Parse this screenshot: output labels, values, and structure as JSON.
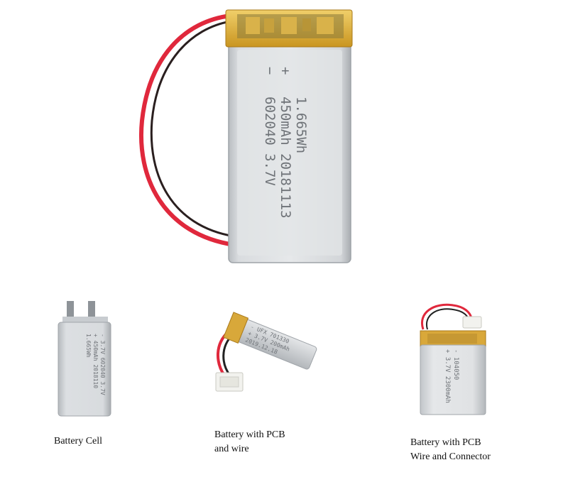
{
  "main_battery": {
    "polarity_minus": "−",
    "polarity_plus": "+",
    "line1": "602040 3.7V",
    "line2": "450mAh 20181113",
    "line3": "1.665Wh"
  },
  "products": [
    {
      "caption_lines": [
        "Battery Cell"
      ],
      "print_lines": [
        "- 3.7V 602040 3.7V",
        "+ 450mAh 2018110",
        "1.665Wh"
      ]
    },
    {
      "caption_lines": [
        "Battery with PCB",
        "and wire"
      ],
      "print_lines": [
        "- UFX 701330",
        "+ 3.7V 200mAh",
        "2019.12.18"
      ]
    },
    {
      "caption_lines": [
        "Battery with PCB",
        "Wire and Connector"
      ],
      "print_lines": [
        "- 104050",
        "+ 3.7V 2300mAh"
      ]
    }
  ],
  "colors": {
    "pouch_silver": "#d7dadd",
    "tape_yellow": "#e0b43a",
    "wire_red": "#e0283c",
    "wire_black": "#222222"
  }
}
